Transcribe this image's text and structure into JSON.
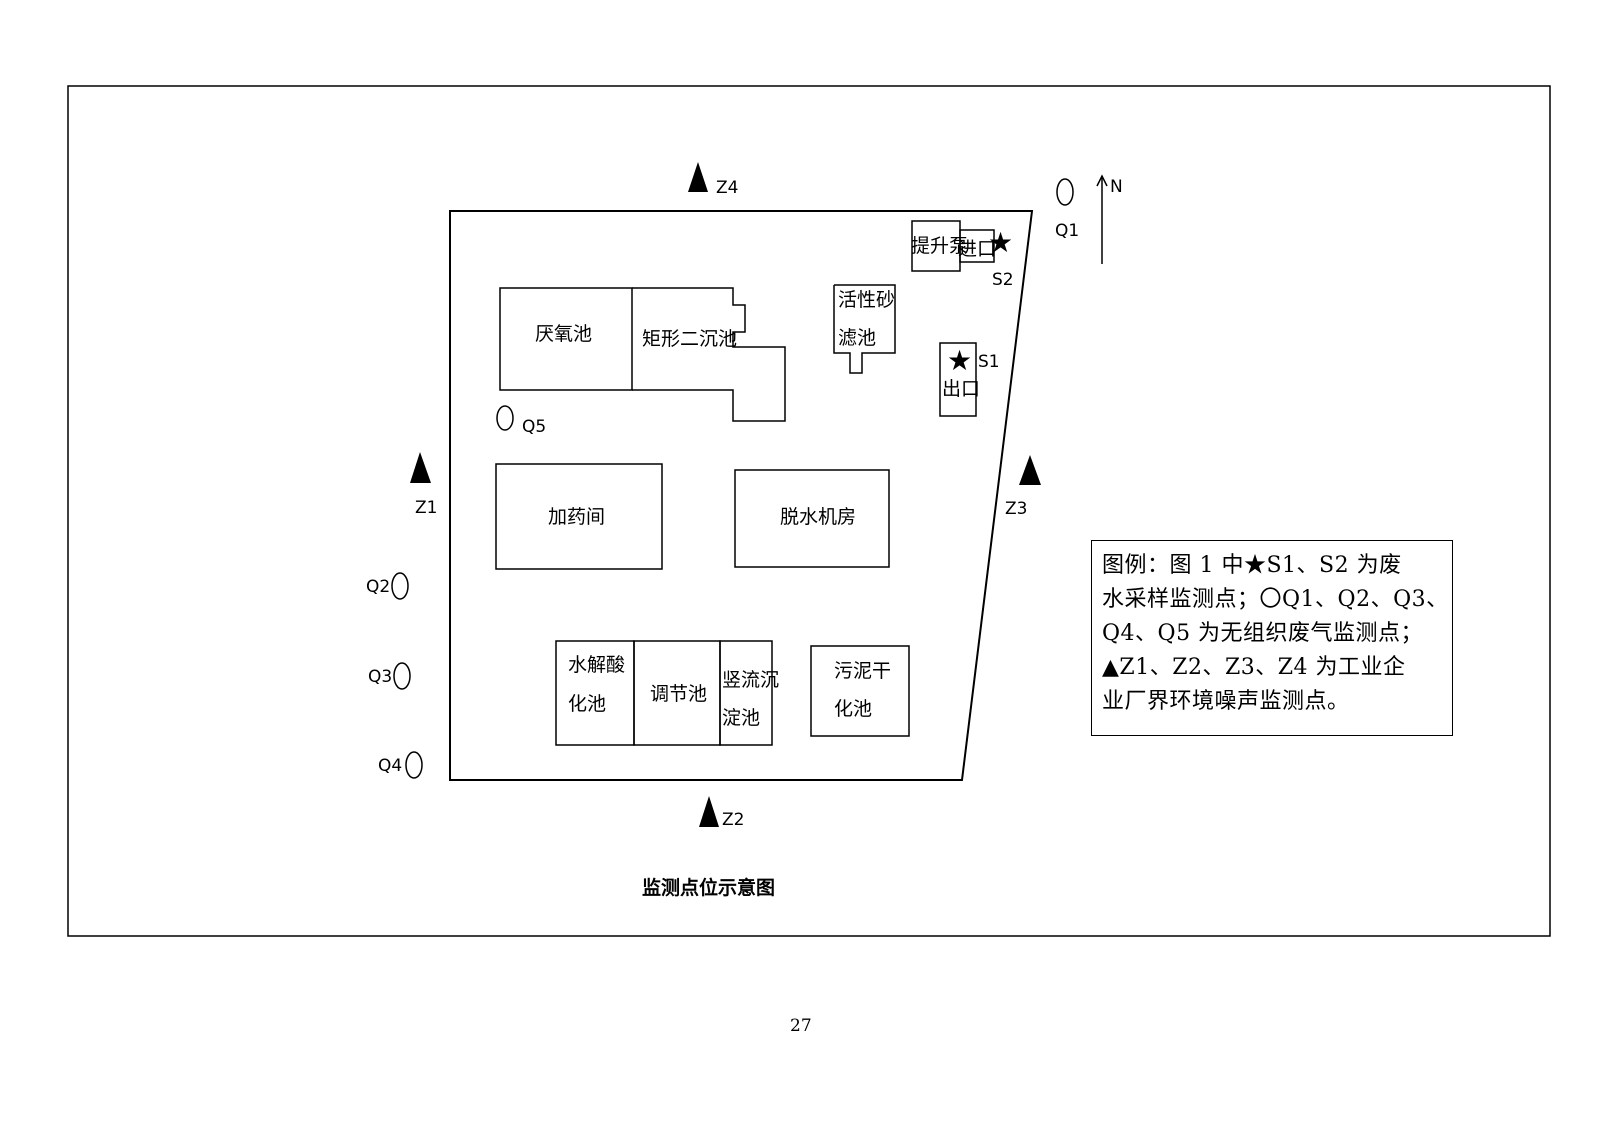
{
  "buildings": {
    "anaerobic": "厌氧池",
    "secondary_clarifier": "矩形二沉池",
    "sand_filter_1": "活性砂",
    "sand_filter_2": "滤池",
    "lift_pump": "提升泵",
    "inlet": "进口",
    "outlet": "出口",
    "dosing_room": "加药间",
    "dewatering_room": "脱水机房",
    "hydrolysis_1": "水解酸",
    "hydrolysis_2": "化池",
    "equalization": "调节池",
    "vertical_settling_1": "竖流沉",
    "vertical_settling_2": "淀池",
    "sludge_drying_1": "污泥干",
    "sludge_drying_2": "化池"
  },
  "points": {
    "S1": "S1",
    "S2": "S2",
    "Q1": "Q1",
    "Q2": "Q2",
    "Q3": "Q3",
    "Q4": "Q4",
    "Q5": "Q5",
    "Z1": "Z1",
    "Z2": "Z2",
    "Z3": "Z3",
    "Z4": "Z4"
  },
  "north": "N",
  "legend": [
    "图例：图 1 中★S1、S2 为废",
    "水采样监测点；〇Q1、Q2、Q3、",
    "Q4、Q5 为无组织废气监测点；",
    "▲Z1、Z2、Z3、Z4 为工业企",
    "业厂界环境噪声监测点。"
  ],
  "caption": "监测点位示意图",
  "page_number": "27"
}
